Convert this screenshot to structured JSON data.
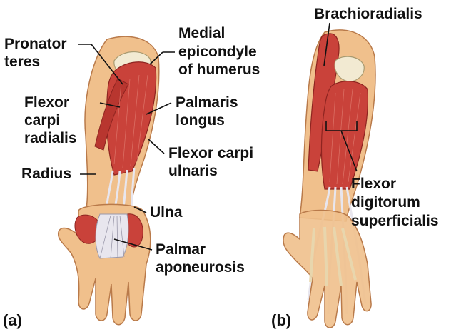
{
  "panel_a": {
    "tag": "(a)",
    "labels": {
      "pronator_teres": [
        "Pronator",
        "teres"
      ],
      "flexor_carpi_radialis": [
        "Flexor",
        "carpi",
        "radialis"
      ],
      "radius": [
        "Radius"
      ],
      "medial_epicondyle": [
        "Medial",
        "epicondyle",
        "of humerus"
      ],
      "palmaris_longus": [
        "Palmaris",
        "longus"
      ],
      "flexor_carpi_ulnaris": [
        "Flexor carpi",
        "ulnaris"
      ],
      "ulna": [
        "Ulna"
      ],
      "palmar_aponeurosis": [
        "Palmar",
        "aponeurosis"
      ]
    }
  },
  "panel_b": {
    "tag": "(b)",
    "labels": {
      "brachioradialis": [
        "Brachioradialis"
      ],
      "flexor_digitorum_superficialis": [
        "Flexor",
        "digitorum",
        "superficialis"
      ]
    }
  },
  "colors": {
    "skin": "#f0c08c",
    "skin_dark": "#d9975f",
    "muscle": "#c9423a",
    "muscle_dark": "#9e2a26",
    "tendon": "#e8e6ee",
    "bone": "#f2ead2"
  }
}
